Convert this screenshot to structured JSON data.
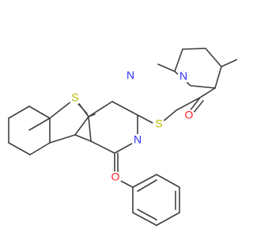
{
  "atoms": {
    "thiophene_sulfur": {
      "symbol": "S",
      "color": "#b8b800"
    },
    "thioether_sulfur": {
      "symbol": "S",
      "color": "#b8b800"
    },
    "pyrimidine_nitrogen_top": {
      "symbol": "N",
      "color": "#2e33ff"
    },
    "pyrimidine_nitrogen_phenyl": {
      "symbol": "N",
      "color": "#2e33ff"
    },
    "piperidine_nitrogen": {
      "symbol": "N",
      "color": "#2e33ff"
    },
    "amide_oxygen": {
      "symbol": "O",
      "color": "#ff1f1f"
    },
    "ring_oxygen": {
      "symbol": "O",
      "color": "#ff1f1f"
    }
  },
  "bond_color": "#404040"
}
